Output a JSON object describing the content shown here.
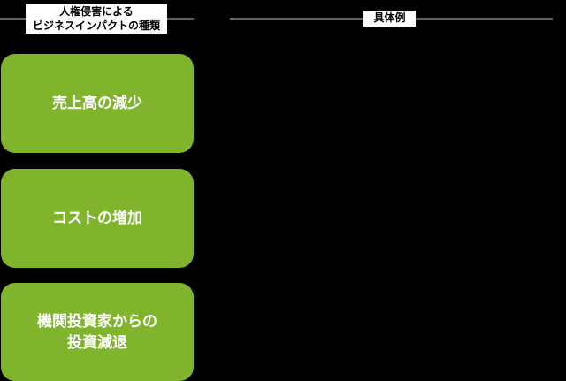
{
  "header": {
    "left_label": "人権侵害による\nビジネスインパクトの種類",
    "right_label": "具体例"
  },
  "impact_types": [
    {
      "label": "売上高の減少"
    },
    {
      "label": "コストの増加"
    },
    {
      "label": "機関投資家からの\n投資減退"
    }
  ],
  "colors": {
    "box_fill": "#7fb42c",
    "header_line": "#666666",
    "background": "#000000"
  }
}
